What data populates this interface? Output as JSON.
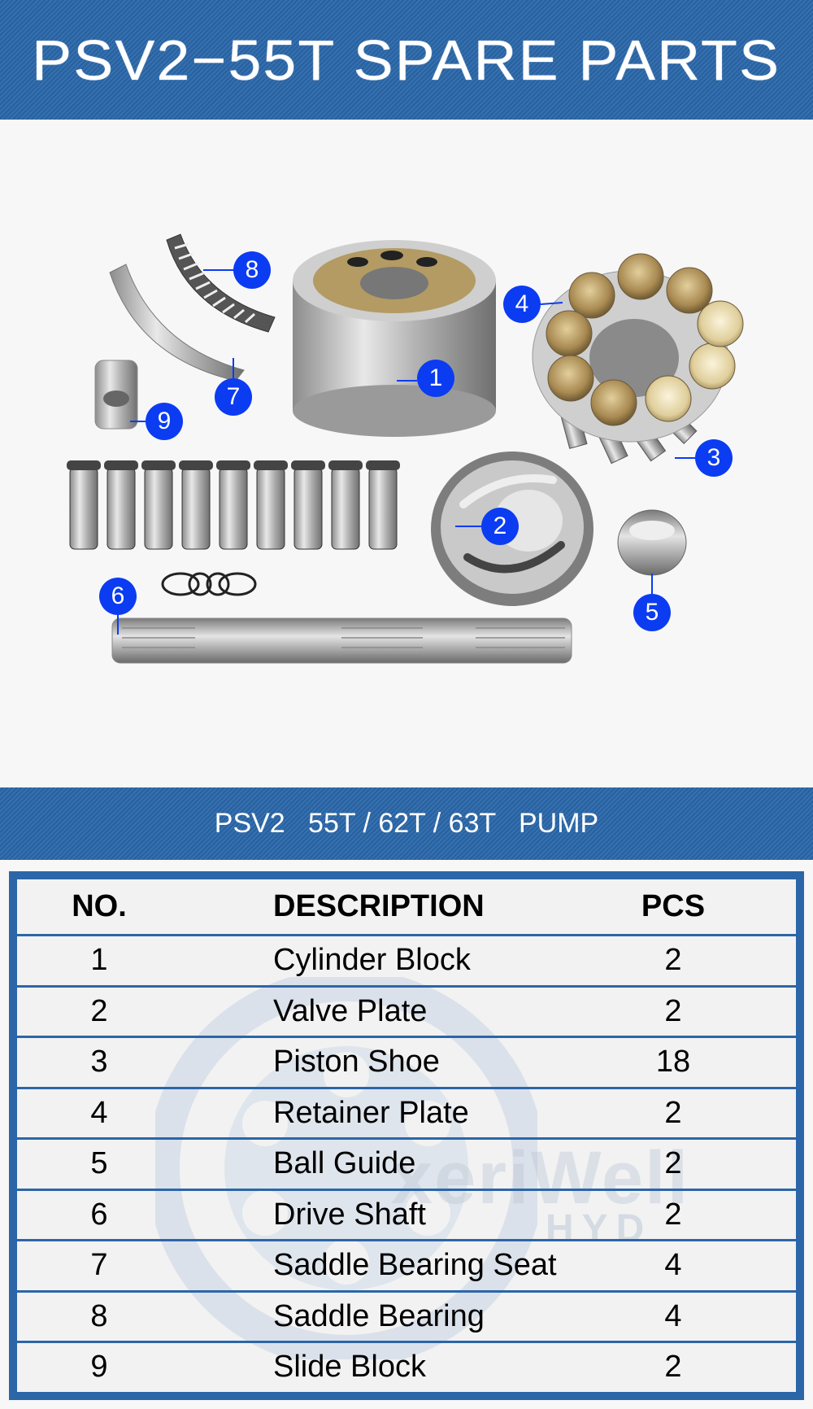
{
  "header": {
    "title": "PSV2−55T SPARE PARTS"
  },
  "subheader": {
    "title": "PSV2   55T / 62T / 63T   PUMP"
  },
  "colors": {
    "band_blue": "#2a67a9",
    "table_border": "#2c66a8",
    "callout_blue": "#0b3cf2",
    "background": "#f7f7f7"
  },
  "figure": {
    "callouts": [
      {
        "label": "1",
        "part": "Cylinder Block"
      },
      {
        "label": "2",
        "part": "Valve Plate"
      },
      {
        "label": "3",
        "part": "Piston Shoe"
      },
      {
        "label": "4",
        "part": "Retainer Plate"
      },
      {
        "label": "5",
        "part": "Ball Guide"
      },
      {
        "label": "6",
        "part": "Drive Shaft"
      },
      {
        "label": "7",
        "part": "Saddle Bearing Seat"
      },
      {
        "label": "8",
        "part": "Saddle Bearing"
      },
      {
        "label": "9",
        "part": "Slide Block"
      }
    ]
  },
  "table": {
    "headers": {
      "no": "NO.",
      "description": "DESCRIPTION",
      "pcs": "PCS"
    },
    "rows": [
      {
        "no": "1",
        "description": "Cylinder Block",
        "pcs": "2"
      },
      {
        "no": "2",
        "description": "Valve Plate",
        "pcs": "2"
      },
      {
        "no": "3",
        "description": "Piston Shoe",
        "pcs": "18"
      },
      {
        "no": "4",
        "description": "Retainer Plate",
        "pcs": "2"
      },
      {
        "no": "5",
        "description": "Ball Guide",
        "pcs": "2"
      },
      {
        "no": "6",
        "description": "Drive Shaft",
        "pcs": "2"
      },
      {
        "no": "7",
        "description": "Saddle Bearing Seat",
        "pcs": "4"
      },
      {
        "no": "8",
        "description": "Saddle Bearing",
        "pcs": "4"
      },
      {
        "no": "9",
        "description": "Slide Block",
        "pcs": "2"
      }
    ]
  },
  "watermark": {
    "brand": "xeriWell",
    "sub": "HYD"
  }
}
